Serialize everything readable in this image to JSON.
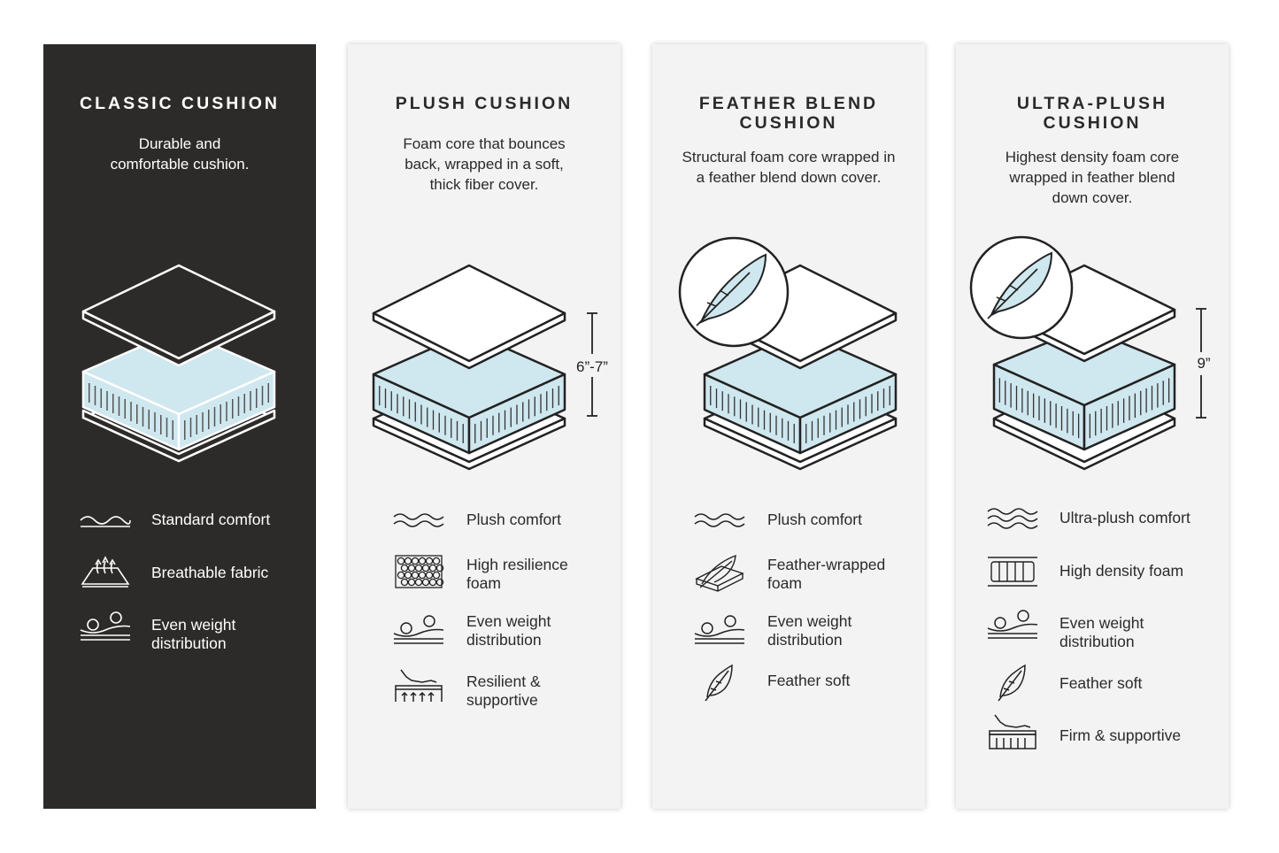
{
  "colors": {
    "dark_card": "#2d2b2a",
    "light_card": "#f3f3f3",
    "foam": "#cfe7ee",
    "line_dark": "#222222",
    "line_light": "#ffffff"
  },
  "cards": [
    {
      "title": "CLASSIC CUSHION",
      "description": [
        "Durable and",
        "comfortable cushion."
      ],
      "features": [
        {
          "icon": "wave-icon",
          "label": [
            "Standard comfort"
          ]
        },
        {
          "icon": "breathable-fabric-icon",
          "label": [
            "Breathable fabric"
          ]
        },
        {
          "icon": "weight-distribution-icon",
          "label": [
            "Even weight",
            "distribution"
          ]
        }
      ]
    },
    {
      "title": "PLUSH CUSHION",
      "description": [
        "Foam core that bounces",
        "back, wrapped in a soft,",
        "thick fiber cover."
      ],
      "dimension": "6”-7”",
      "features": [
        {
          "icon": "double-wave-icon",
          "label": [
            "Plush comfort"
          ]
        },
        {
          "icon": "resilience-foam-icon",
          "label": [
            "High resilience",
            "foam"
          ]
        },
        {
          "icon": "weight-distribution-icon",
          "label": [
            "Even weight",
            "distribution"
          ]
        },
        {
          "icon": "resilient-support-icon",
          "label": [
            "Resilient &",
            "supportive"
          ]
        }
      ]
    },
    {
      "title": [
        "FEATHER BLEND",
        "CUSHION"
      ],
      "description": [
        "Structural foam core wrapped in",
        "a feather blend down cover."
      ],
      "features": [
        {
          "icon": "double-wave-icon",
          "label": [
            "Plush comfort"
          ]
        },
        {
          "icon": "feather-foam-icon",
          "label": [
            "Feather-wrapped",
            "foam"
          ]
        },
        {
          "icon": "weight-distribution-icon",
          "label": [
            "Even weight",
            "distribution"
          ]
        },
        {
          "icon": "feather-icon",
          "label": [
            "Feather soft"
          ]
        }
      ]
    },
    {
      "title": [
        "ULTRA-PLUSH",
        "CUSHION"
      ],
      "description": [
        "Highest density foam core",
        "wrapped in feather blend",
        "down cover."
      ],
      "dimension": "9”",
      "features": [
        {
          "icon": "triple-wave-icon",
          "label": [
            "Ultra-plush comfort"
          ]
        },
        {
          "icon": "density-foam-icon",
          "label": [
            "High density foam"
          ]
        },
        {
          "icon": "weight-distribution-icon",
          "label": [
            "Even weight",
            "distribution"
          ]
        },
        {
          "icon": "feather-icon",
          "label": [
            "Feather soft"
          ]
        },
        {
          "icon": "firm-support-icon",
          "label": [
            "Firm & supportive"
          ]
        }
      ]
    }
  ]
}
